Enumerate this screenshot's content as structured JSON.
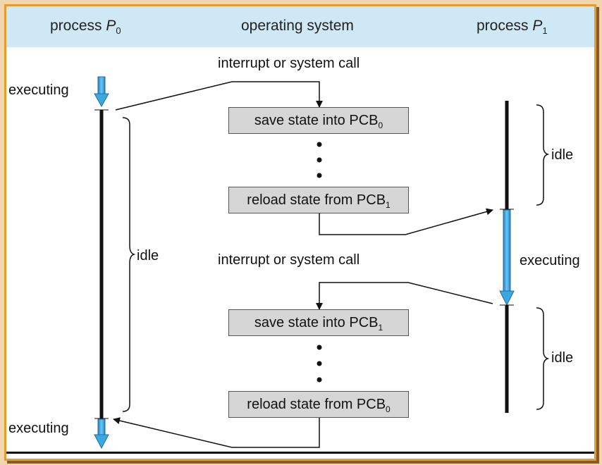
{
  "header": {
    "p0_prefix": "process ",
    "p0_var": "P",
    "p0_sub": "0",
    "os": "operating system",
    "p1_prefix": "process ",
    "p1_var": "P",
    "p1_sub": "1"
  },
  "labels": {
    "interrupt_1": "interrupt or system call",
    "interrupt_2": "interrupt or system call",
    "executing_p0_top": "executing",
    "executing_p0_bottom": "executing",
    "executing_p1": "executing",
    "idle_p0": "idle",
    "idle_p1_top": "idle",
    "idle_p1_bottom": "idle"
  },
  "boxes": [
    {
      "text": "save state into PCB",
      "sub": "0"
    },
    {
      "text": "reload state from PCB",
      "sub": "1"
    },
    {
      "text": "save state into PCB",
      "sub": "1"
    },
    {
      "text": "reload state from PCB",
      "sub": "0"
    }
  ],
  "colors": {
    "header_bg": "#cfe8f6",
    "frame_border": "#e59c2c",
    "arrow_fill": "#3aa9e0",
    "box_fill": "#d6d6d6"
  }
}
